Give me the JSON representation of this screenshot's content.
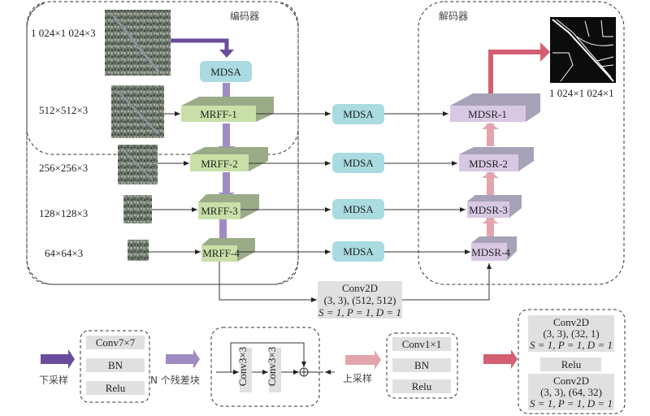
{
  "encoder": {
    "title": "编码器",
    "input_size": "1 024×1 024×3",
    "scales": [
      "512×512×3",
      "256×256×3",
      "128×128×3",
      "64×64×3"
    ],
    "input_attention": "MDSA",
    "blocks": [
      "MRFF-1",
      "MRFF-2",
      "MRFF-3",
      "MRFF-4"
    ]
  },
  "skip_attention": [
    "MDSA",
    "MDSA",
    "MDSA",
    "MDSA"
  ],
  "decoder": {
    "title": "解码器",
    "blocks": [
      "MDSR-1",
      "MDSR-2",
      "MDSR-3",
      "MDSR-4"
    ],
    "output_size": "1 024×1 024×1"
  },
  "bottleneck": {
    "line1": "Conv2D",
    "line2": "(3, 3), (512, 512)",
    "line3": "S = 1, P = 1, D = 1"
  },
  "legend": {
    "downsample": {
      "label": "下采样",
      "color": "#6a4c9c",
      "layers": [
        "Conv7×7",
        "BN",
        "Relu"
      ]
    },
    "residual": {
      "label": "N 个残差块",
      "color": "#a08bc4",
      "layers": [
        "Conv3×3",
        "Conv3×3"
      ]
    },
    "upsample": {
      "label": "上采样",
      "color": "#e3a5ad",
      "layers": [
        "Conv1×1",
        "BN",
        "Relu"
      ]
    },
    "output_head": {
      "color": "#d45f72",
      "conv1": [
        "Conv2D",
        "(3, 3), (32, 1)",
        "S = 1, P = 1, D = 1"
      ],
      "act": "Relu",
      "conv2": [
        "Conv2D",
        "(3, 3), (64, 32)",
        "S = 1, P = 1, D = 1"
      ]
    }
  },
  "colors": {
    "mdsa_fill": "#a9dbe0",
    "mrff_front": "#c8e0a8",
    "mrff_side": "#9aab88",
    "mdsr_front": "#d8c8e4",
    "mdsr_side": "#a8a2b8",
    "layer_box": "#e0e0e0"
  }
}
